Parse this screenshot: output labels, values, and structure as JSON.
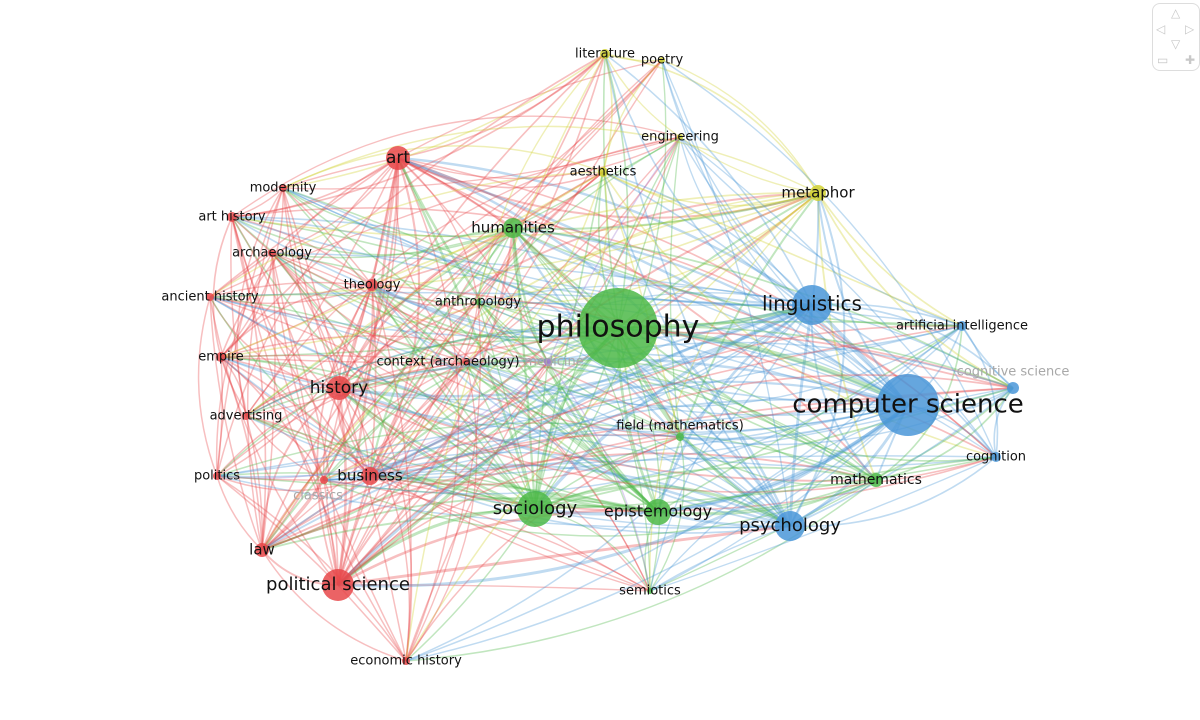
{
  "clusters": {
    "red": "#e8484a",
    "green": "#4cb848",
    "blue": "#4a97d8",
    "yellow": "#d0d030",
    "purple": "#a07ad0"
  },
  "nodes": [
    {
      "id": "art",
      "label": "art",
      "cluster": "red"
    },
    {
      "id": "modernity",
      "label": "modernity",
      "cluster": "red"
    },
    {
      "id": "art_history",
      "label": "art history",
      "cluster": "red"
    },
    {
      "id": "archaeology",
      "label": "archaeology",
      "cluster": "red"
    },
    {
      "id": "ancient_history",
      "label": "ancient history",
      "cluster": "red"
    },
    {
      "id": "theology",
      "label": "theology",
      "cluster": "red"
    },
    {
      "id": "empire",
      "label": "empire",
      "cluster": "red"
    },
    {
      "id": "history",
      "label": "history",
      "cluster": "red"
    },
    {
      "id": "advertising",
      "label": "advertising",
      "cluster": "red"
    },
    {
      "id": "politics",
      "label": "politics",
      "cluster": "red"
    },
    {
      "id": "business",
      "label": "business",
      "cluster": "red"
    },
    {
      "id": "classics",
      "label": "classics",
      "cluster": "red",
      "faded": true
    },
    {
      "id": "law",
      "label": "law",
      "cluster": "red"
    },
    {
      "id": "political_science",
      "label": "political science",
      "cluster": "red"
    },
    {
      "id": "economic_history",
      "label": "economic history",
      "cluster": "red"
    },
    {
      "id": "context",
      "label": "context (archaeology)",
      "cluster": "red"
    },
    {
      "id": "humanities",
      "label": "humanities",
      "cluster": "green"
    },
    {
      "id": "anthropology",
      "label": "anthropology",
      "cluster": "green"
    },
    {
      "id": "philosophy",
      "label": "philosophy",
      "cluster": "green"
    },
    {
      "id": "sociology",
      "label": "sociology",
      "cluster": "green"
    },
    {
      "id": "epistemology",
      "label": "epistemology",
      "cluster": "green"
    },
    {
      "id": "field_math",
      "label": "field (mathematics)",
      "cluster": "green"
    },
    {
      "id": "semiotics",
      "label": "semiotics",
      "cluster": "green"
    },
    {
      "id": "mathematics",
      "label": "mathematics",
      "cluster": "green"
    },
    {
      "id": "medicine",
      "label": "medicine",
      "cluster": "purple",
      "faded": true
    },
    {
      "id": "literature",
      "label": "literature",
      "cluster": "yellow"
    },
    {
      "id": "poetry",
      "label": "poetry",
      "cluster": "yellow"
    },
    {
      "id": "engineering",
      "label": "engineering",
      "cluster": "yellow"
    },
    {
      "id": "aesthetics",
      "label": "aesthetics",
      "cluster": "yellow"
    },
    {
      "id": "metaphor",
      "label": "metaphor",
      "cluster": "yellow"
    },
    {
      "id": "linguistics",
      "label": "linguistics",
      "cluster": "blue"
    },
    {
      "id": "ai",
      "label": "artificial intelligence",
      "cluster": "blue"
    },
    {
      "id": "computer_science",
      "label": "computer science",
      "cluster": "blue"
    },
    {
      "id": "cognitive_science",
      "label": "cognitive science",
      "cluster": "blue",
      "faded": true
    },
    {
      "id": "cognition",
      "label": "cognition",
      "cluster": "blue"
    },
    {
      "id": "psychology",
      "label": "psychology",
      "cluster": "blue"
    }
  ],
  "controls": {
    "up": "△",
    "left": "◁",
    "right": "▷",
    "down": "▽",
    "zoom_out": "▭",
    "zoom_in": "✚"
  }
}
